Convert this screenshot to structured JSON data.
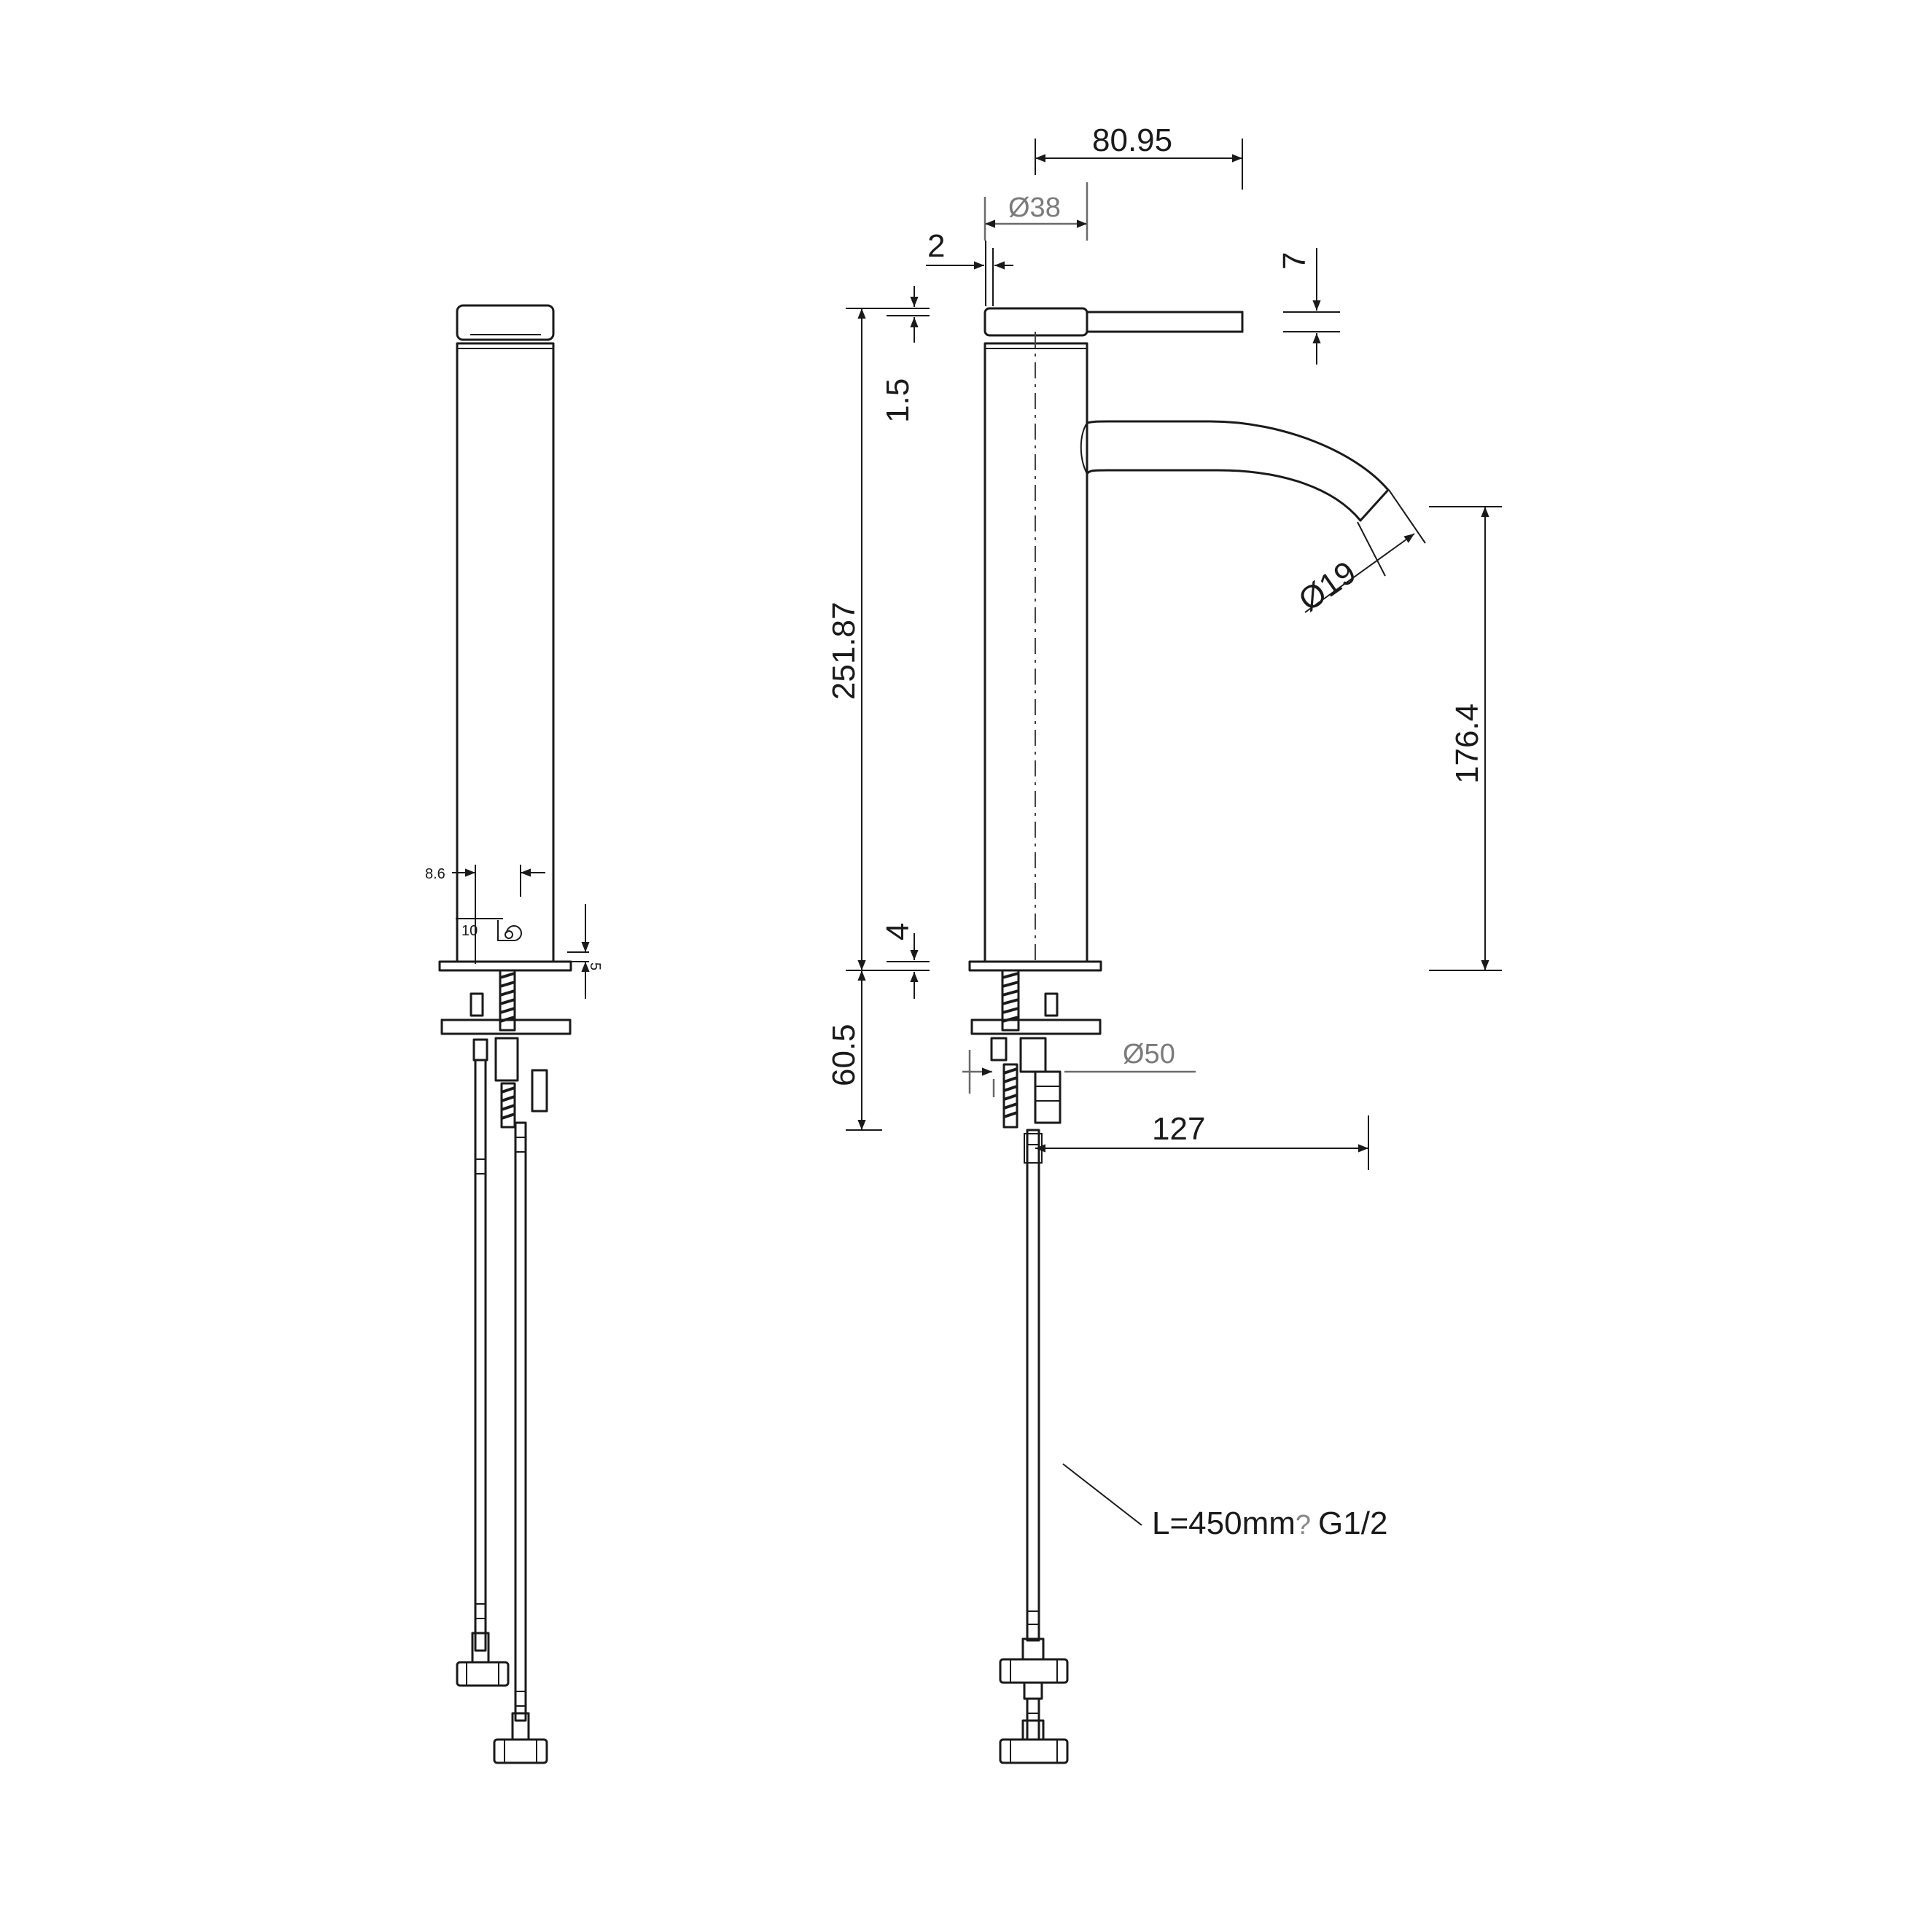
{
  "dimensions": {
    "spout_reach": "80.95",
    "body_diameter": "Ø38",
    "handle_offset": "2",
    "handle_thickness": "7",
    "cap_gap": "1.5",
    "total_height": "251.87",
    "outlet_diameter": "Ø19",
    "outlet_height": "176.4",
    "base_plate": "4",
    "shank_length": "60.5",
    "flange_diameter": "Ø50",
    "hose_reach": "127",
    "side_offset": "8.6",
    "pin_size": "10",
    "washer": "5"
  },
  "notes": {
    "hose": "L=450mm",
    "hose_symbol": "?",
    "hose_thread": "G1/2"
  }
}
